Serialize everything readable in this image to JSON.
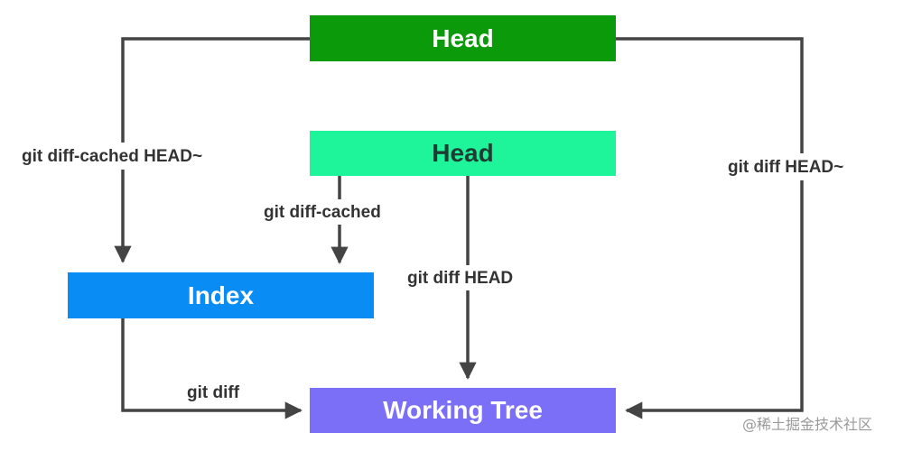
{
  "colors": {
    "head_top": "#0a9a0a",
    "head_mid": "#1ef59a",
    "index": "#0a8cf5",
    "working_tree": "#7b6ef7",
    "arrow": "#444444"
  },
  "nodes": {
    "head_top": "Head",
    "head_mid": "Head",
    "index": "Index",
    "working_tree": "Working Tree"
  },
  "edges": {
    "cached_head_tilde": "git diff-cached HEAD~",
    "cached": "git diff-cached",
    "head": "git diff HEAD",
    "head_tilde": "git diff HEAD~",
    "diff": "git diff"
  },
  "watermark": "@稀土掘金技术社区"
}
